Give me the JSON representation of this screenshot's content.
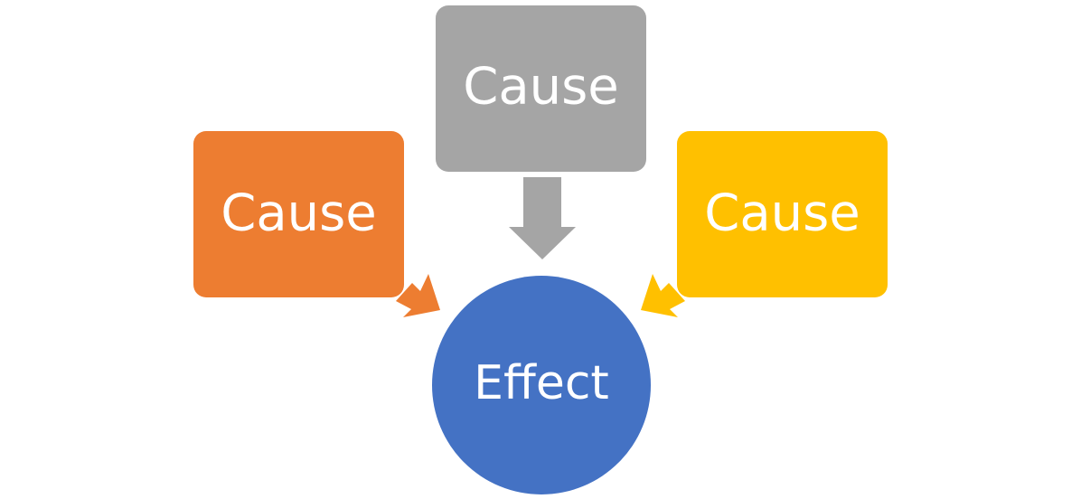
{
  "nodes": {
    "cause_top": {
      "label": "Cause",
      "color": "#A5A5A5"
    },
    "cause_left": {
      "label": "Cause",
      "color": "#ED7D31"
    },
    "cause_right": {
      "label": "Cause",
      "color": "#FFC000"
    },
    "effect": {
      "label": "Effect",
      "color": "#4472C4"
    }
  }
}
